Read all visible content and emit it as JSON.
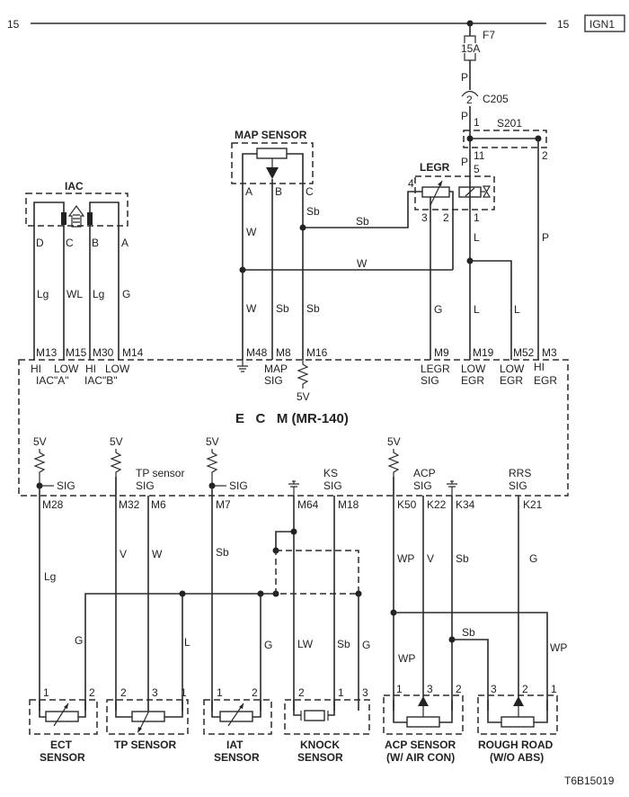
{
  "diagram": {
    "figure_id": "T6B15019",
    "power": {
      "circuit_left": "15",
      "circuit_right": "15",
      "source_label": "IGN1",
      "fuse_name": "F7",
      "fuse_rating": "15A",
      "connector": "C205",
      "connector_pin": "2",
      "splice": "S201",
      "splice_pins": [
        "1",
        "2",
        "11"
      ]
    },
    "ecm": {
      "label": "E   C   M (MR-140)"
    },
    "components": {
      "iac": {
        "title": "IAC",
        "pins": [
          "D",
          "C",
          "B",
          "A"
        ],
        "wires": [
          "Lg",
          "WL",
          "Lg",
          "G"
        ]
      },
      "map": {
        "title": "MAP SENSOR",
        "pins": [
          "A",
          "B",
          "C"
        ]
      },
      "legr": {
        "title": "LEGR",
        "pins": [
          "4",
          "3",
          "2",
          "5",
          "1"
        ]
      },
      "ect": {
        "title_line1": "ECT",
        "title_line2": "SENSOR",
        "pins": [
          "1",
          "2"
        ]
      },
      "tp": {
        "title_line1": "TP SENSOR",
        "pins": [
          "2",
          "3",
          "1"
        ]
      },
      "iat": {
        "title_line1": "IAT",
        "title_line2": "SENSOR",
        "pins": [
          "1",
          "2"
        ]
      },
      "knock": {
        "title_line1": "KNOCK",
        "title_line2": "SENSOR",
        "pins": [
          "2",
          "1",
          "3"
        ]
      },
      "acp": {
        "title_line1": "ACP SENSOR",
        "title_line2": "(W/ AIR CON)",
        "pins": [
          "1",
          "3",
          "2"
        ]
      },
      "rrs": {
        "title_line1": "ROUGH ROAD",
        "title_line2": "(W/O ABS)",
        "pins": [
          "3",
          "2",
          "1"
        ]
      }
    },
    "ecm_top_terminals": [
      {
        "id": "M13",
        "func1": "HI",
        "func2": ""
      },
      {
        "id": "M15",
        "func1": "LOW",
        "func2": ""
      },
      {
        "id": "M30",
        "func1": "HI",
        "func2": ""
      },
      {
        "id": "M14",
        "func1": "LOW",
        "func2": ""
      },
      {
        "id": "M48",
        "func1": "",
        "func2": ""
      },
      {
        "id": "M8",
        "func1": "MAP",
        "func2": "SIG"
      },
      {
        "id": "M16",
        "func1": "",
        "func2": ""
      },
      {
        "id": "M9",
        "func1": "LEGR",
        "func2": "SIG"
      },
      {
        "id": "M19",
        "func1": "LOW",
        "func2": "EGR"
      },
      {
        "id": "M52",
        "func1": "LOW",
        "func2": "EGR"
      },
      {
        "id": "M3",
        "func1": "HI",
        "func2": "EGR"
      }
    ],
    "iac_groups": [
      "IAC\"A\"",
      "IAC\"B\""
    ],
    "ecm_bottom_terminals": [
      {
        "id": "M28",
        "func": "SIG"
      },
      {
        "id": "M32",
        "func": ""
      },
      {
        "id": "M6",
        "func": "TP sensor SIG"
      },
      {
        "id": "M7",
        "func": "SIG"
      },
      {
        "id": "M64",
        "func": ""
      },
      {
        "id": "M18",
        "func": "KS SIG"
      },
      {
        "id": "K50",
        "func": ""
      },
      {
        "id": "K22",
        "func": "ACP SIG"
      },
      {
        "id": "K34",
        "func": ""
      },
      {
        "id": "K21",
        "func": "RRS SIG"
      }
    ],
    "wire_colors": {
      "fuse_out": "P",
      "c205_out": "P",
      "s201_to_legr": "P",
      "s201_to_m3": "P",
      "map_a": "W",
      "map_a_low": "W",
      "map_bus": "W",
      "map_b": "Sb",
      "map_c": "Sb",
      "map_c_low": "Sb",
      "map_to_legr": "Sb",
      "legr_sig": "G",
      "legr_out": "L",
      "m19": "L",
      "m52": "L",
      "m28": "Lg",
      "m32": "V",
      "m6": "W",
      "m7": "Sb",
      "m64": "LW",
      "m18": "Sb",
      "ground_bus_ect": "G",
      "tp_ground": "L",
      "iat_ground": "G",
      "knock_shield": "G",
      "k50": "WP",
      "k50_low": "WP",
      "k22": "V",
      "k34": "Sb",
      "k34_branch": "Sb",
      "k21": "G",
      "rrs_supply": "WP"
    },
    "supply_labels": {
      "v5": "5V",
      "sig": "SIG"
    }
  }
}
